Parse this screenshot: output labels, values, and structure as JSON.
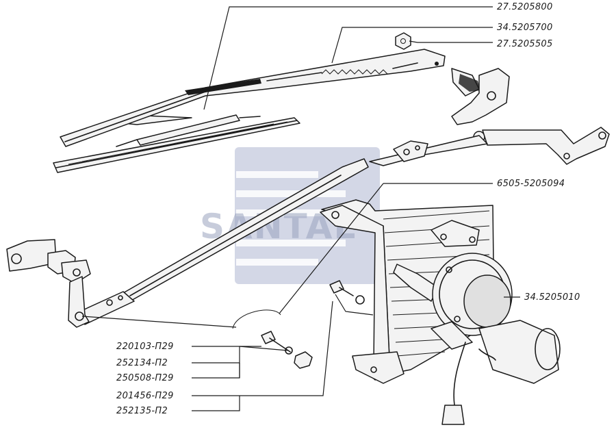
{
  "watermark": {
    "text": "SANTAL",
    "color": "#a9b3cf"
  },
  "labels": {
    "wiper_blade": "27.5205800",
    "wiper_arm": "34.5205700",
    "arm_nut": "27.5205505",
    "link_rod": "6505-5205094",
    "motor_reducer": "34.5205010",
    "bolt_1": "220103-П29",
    "washer_1": "252134-П2",
    "nut_1": "250508-П29",
    "bolt_2": "201456-П29",
    "washer_2": "252135-П2"
  }
}
